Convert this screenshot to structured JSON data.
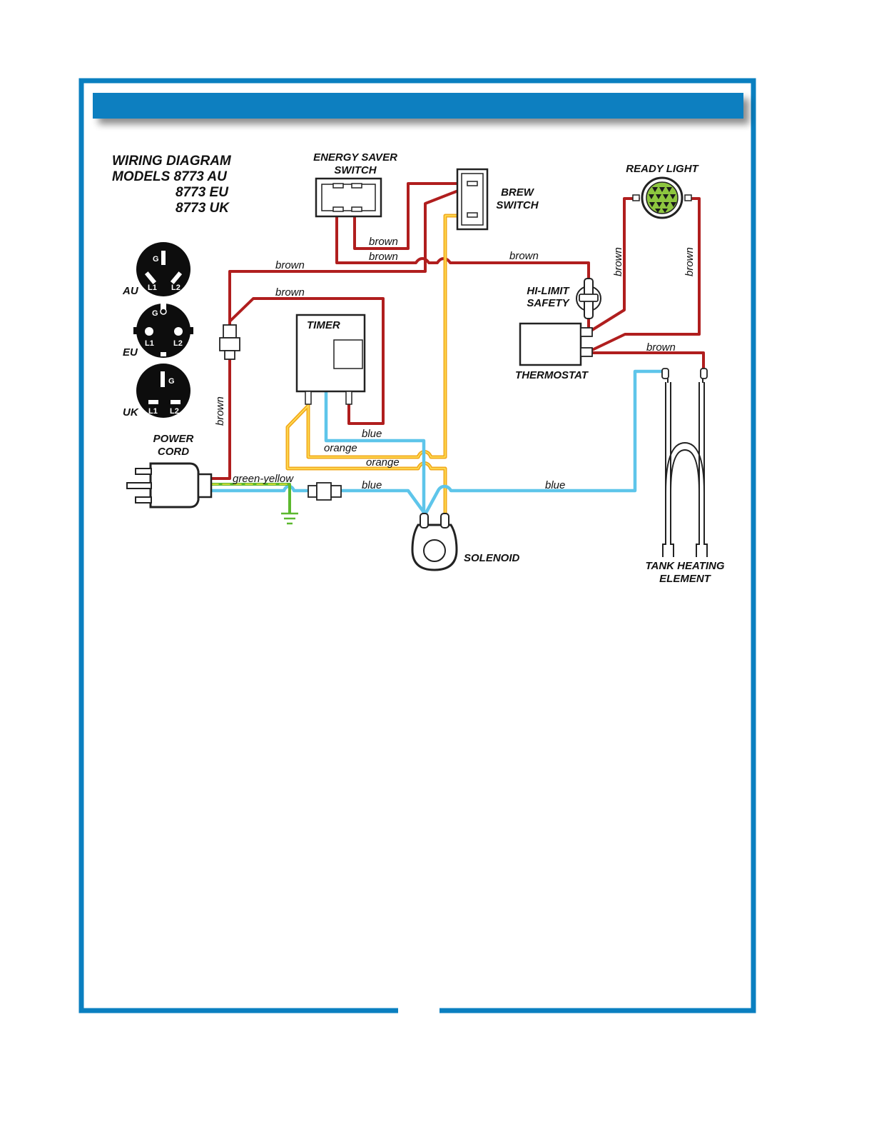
{
  "title_block": {
    "line1": "WIRING DIAGRAM",
    "line2": "MODELS 8773 AU",
    "line3": "8773 EU",
    "line4": "8773 UK"
  },
  "components": {
    "energy_saver_switch": [
      "ENERGY SAVER",
      "SWITCH"
    ],
    "brew_switch": [
      "BREW",
      "SWITCH"
    ],
    "ready_light": "READY LIGHT",
    "hi_limit_safety": [
      "HI-LIMIT",
      "SAFETY"
    ],
    "thermostat": "THERMOSTAT",
    "timer": "TIMER",
    "power_cord": [
      "POWER",
      "CORD"
    ],
    "solenoid": "SOLENOID",
    "tank_heating_element": [
      "TANK HEATING",
      "ELEMENT"
    ]
  },
  "plugs": {
    "au": {
      "label": "AU",
      "g": "G",
      "l1": "L1",
      "l2": "L2"
    },
    "eu": {
      "label": "EU",
      "g": "G",
      "l1": "L1",
      "l2": "L2"
    },
    "uk": {
      "label": "UK",
      "g": "G",
      "l1": "L1",
      "l2": "L2"
    }
  },
  "wire_labels": {
    "brown_switch_a": "brown",
    "brown_switch_b": "brown",
    "brown_top_right": "brown",
    "brown_left_top": "brown",
    "brown_left_second": "brown",
    "brown_cord_vertical": "brown",
    "brown_light_left": "brown",
    "brown_light_right": "brown",
    "brown_thermostat": "brown",
    "blue_timer": "blue",
    "orange_a": "orange",
    "orange_b": "orange",
    "green_yellow": "green-yellow",
    "blue_cord": "blue",
    "blue_element": "blue"
  },
  "colors": {
    "frame_blue": "#0a7fc0",
    "brown_wire": "#b01e1e",
    "blue_wire": "#5ec5ea",
    "orange_wire": "#f2a81d",
    "green_wire": "#5cb82e",
    "lamp_green": "#8dc63f"
  }
}
